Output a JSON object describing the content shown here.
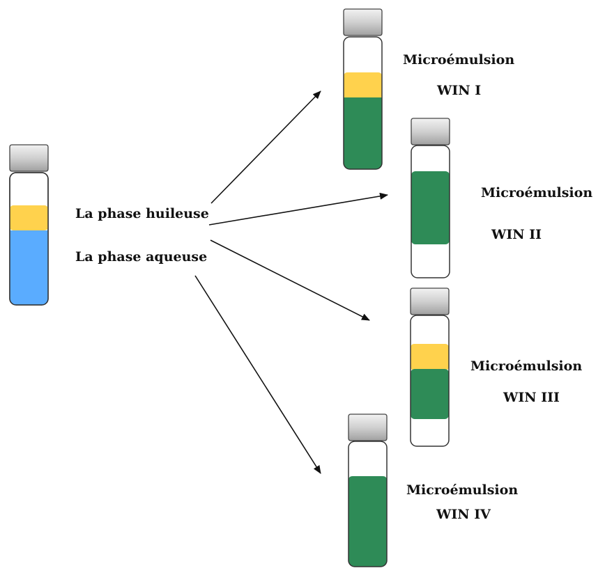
{
  "labels": {
    "oil_phase": "La phase huileuse",
    "aqueous_phase": "La phase aqueuse",
    "win1_title": "Microémulsion",
    "win1_type": "WIN I",
    "win2_title": "Microémulsion",
    "win2_type": "WIN II",
    "win3_title": "Microémulsion",
    "win3_type": "WIN III",
    "win4_title": "Microémulsion",
    "win4_type": "WIN IV"
  },
  "colors": {
    "oil": "#ffd24d",
    "water": "#5aacff",
    "microemulsion": "#2e8b57",
    "cap_top": "#f2f2f2",
    "cap_bottom": "#a0a0a0",
    "tube_outline": "#333333",
    "arrow": "#111111"
  },
  "icons": {
    "tube": "test-tube-icon",
    "arrowhead": "arrowhead-icon"
  }
}
